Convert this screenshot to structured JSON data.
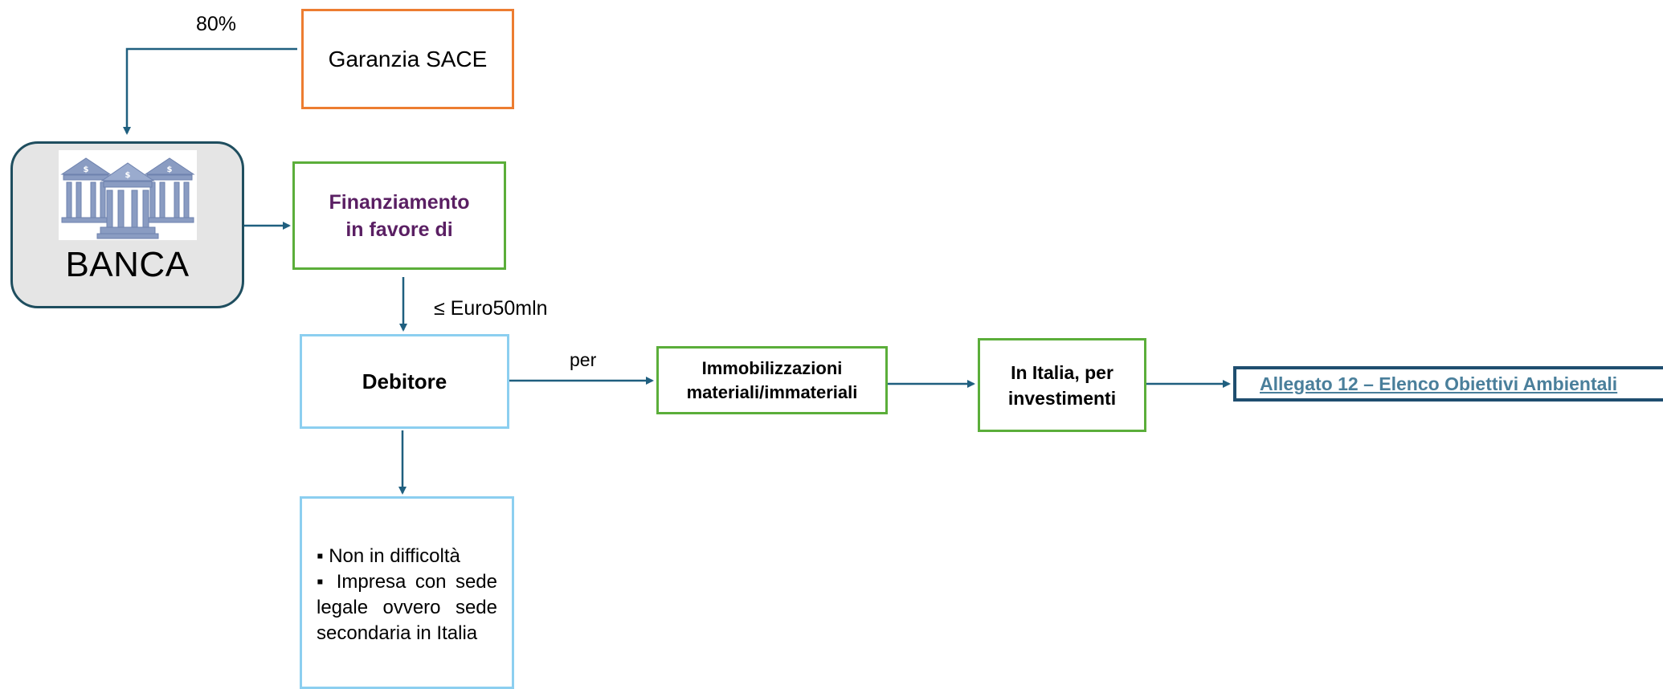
{
  "boxes": {
    "sace": "Garanzia SACE",
    "banca": "BANCA",
    "finanziamento": "Finanziamento in favore di",
    "debitore": "Debitore",
    "condizioni": [
      "Non in difficoltà",
      "Impresa con sede legale ovvero sede secondaria in Italia"
    ],
    "immobilizzazioni": "Immobilizzazioni materiali/immateriali",
    "italia": "In Italia, per investimenti",
    "allegato": "Allegato 12 – Elenco Obiettivi Ambientali"
  },
  "labels": {
    "percent": "80%",
    "limit": "≤ Euro50mln",
    "per": "per"
  },
  "colors": {
    "arrow": "#1F5F7F",
    "sace_border": "#ED7D31",
    "green_border": "#5BAE3A",
    "blue_border": "#8CCFF0",
    "banca_fill": "#E5E5E5",
    "finanziamento_text": "#5A1F63",
    "allegato_text": "#4A7F9B"
  },
  "icons": {
    "banca": "bank-buildings-icon"
  }
}
